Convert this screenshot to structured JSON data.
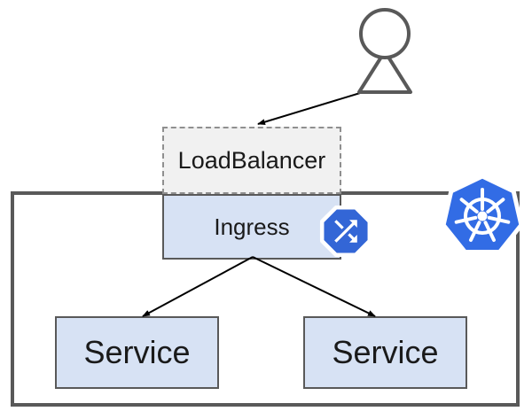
{
  "diagram": {
    "nodes": {
      "loadbalancer": {
        "label": "LoadBalancer"
      },
      "ingress": {
        "label": "Ingress",
        "icon": "ingress-shuffle-icon"
      },
      "services": [
        {
          "label": "Service"
        },
        {
          "label": "Service"
        }
      ],
      "cluster": {
        "icon": "kubernetes-logo-icon"
      },
      "user": {
        "icon": "person-icon"
      }
    },
    "edges": [
      {
        "from": "user",
        "to": "loadbalancer"
      },
      {
        "from": "ingress",
        "to": "service-1"
      },
      {
        "from": "ingress",
        "to": "service-2"
      }
    ],
    "colors": {
      "node_fill_blue": "#d7e2f4",
      "node_fill_gray": "#f1f1f1",
      "node_border_gray": "#595959",
      "dashed_border_gray": "#8f8f8f",
      "kubernetes_blue": "#326ce5",
      "ingress_icon_blue": "#3366d6",
      "connector_black": "#000000",
      "text_color": "#1a1a1a"
    }
  }
}
